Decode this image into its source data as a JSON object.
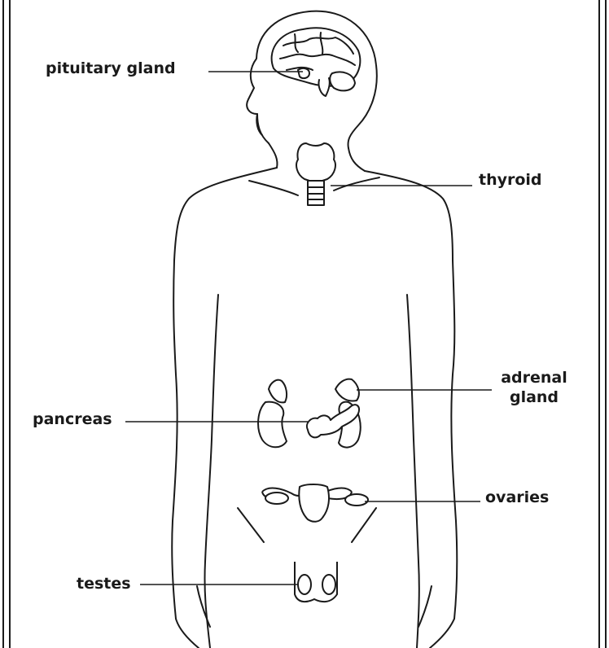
{
  "labels": {
    "pituitary": "pituitary gland",
    "thyroid": "thyroid",
    "adrenal_line1": "adrenal",
    "adrenal_line2": "gland",
    "pancreas": "pancreas",
    "ovaries": "ovaries",
    "testes": "testes"
  },
  "colors": {
    "outline": "#1a1a1a",
    "fill": "#ffffff"
  }
}
